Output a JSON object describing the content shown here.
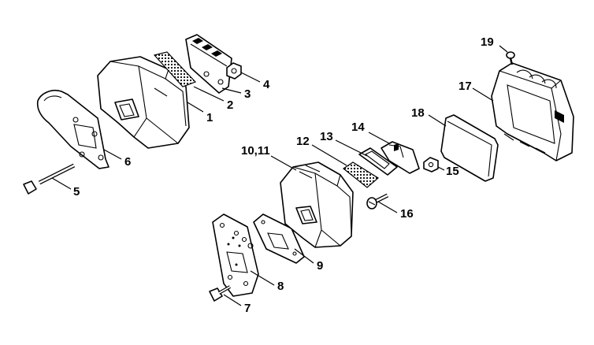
{
  "labels": {
    "l1": "1",
    "l2": "2",
    "l3": "3",
    "l4": "4",
    "l5": "5",
    "l6": "6",
    "l7": "7",
    "l8": "8",
    "l9": "9",
    "l10": "10,11",
    "l12": "12",
    "l13": "13",
    "l14": "14",
    "l15": "15",
    "l16": "16",
    "l17": "17",
    "l18": "18",
    "l19": "19"
  }
}
